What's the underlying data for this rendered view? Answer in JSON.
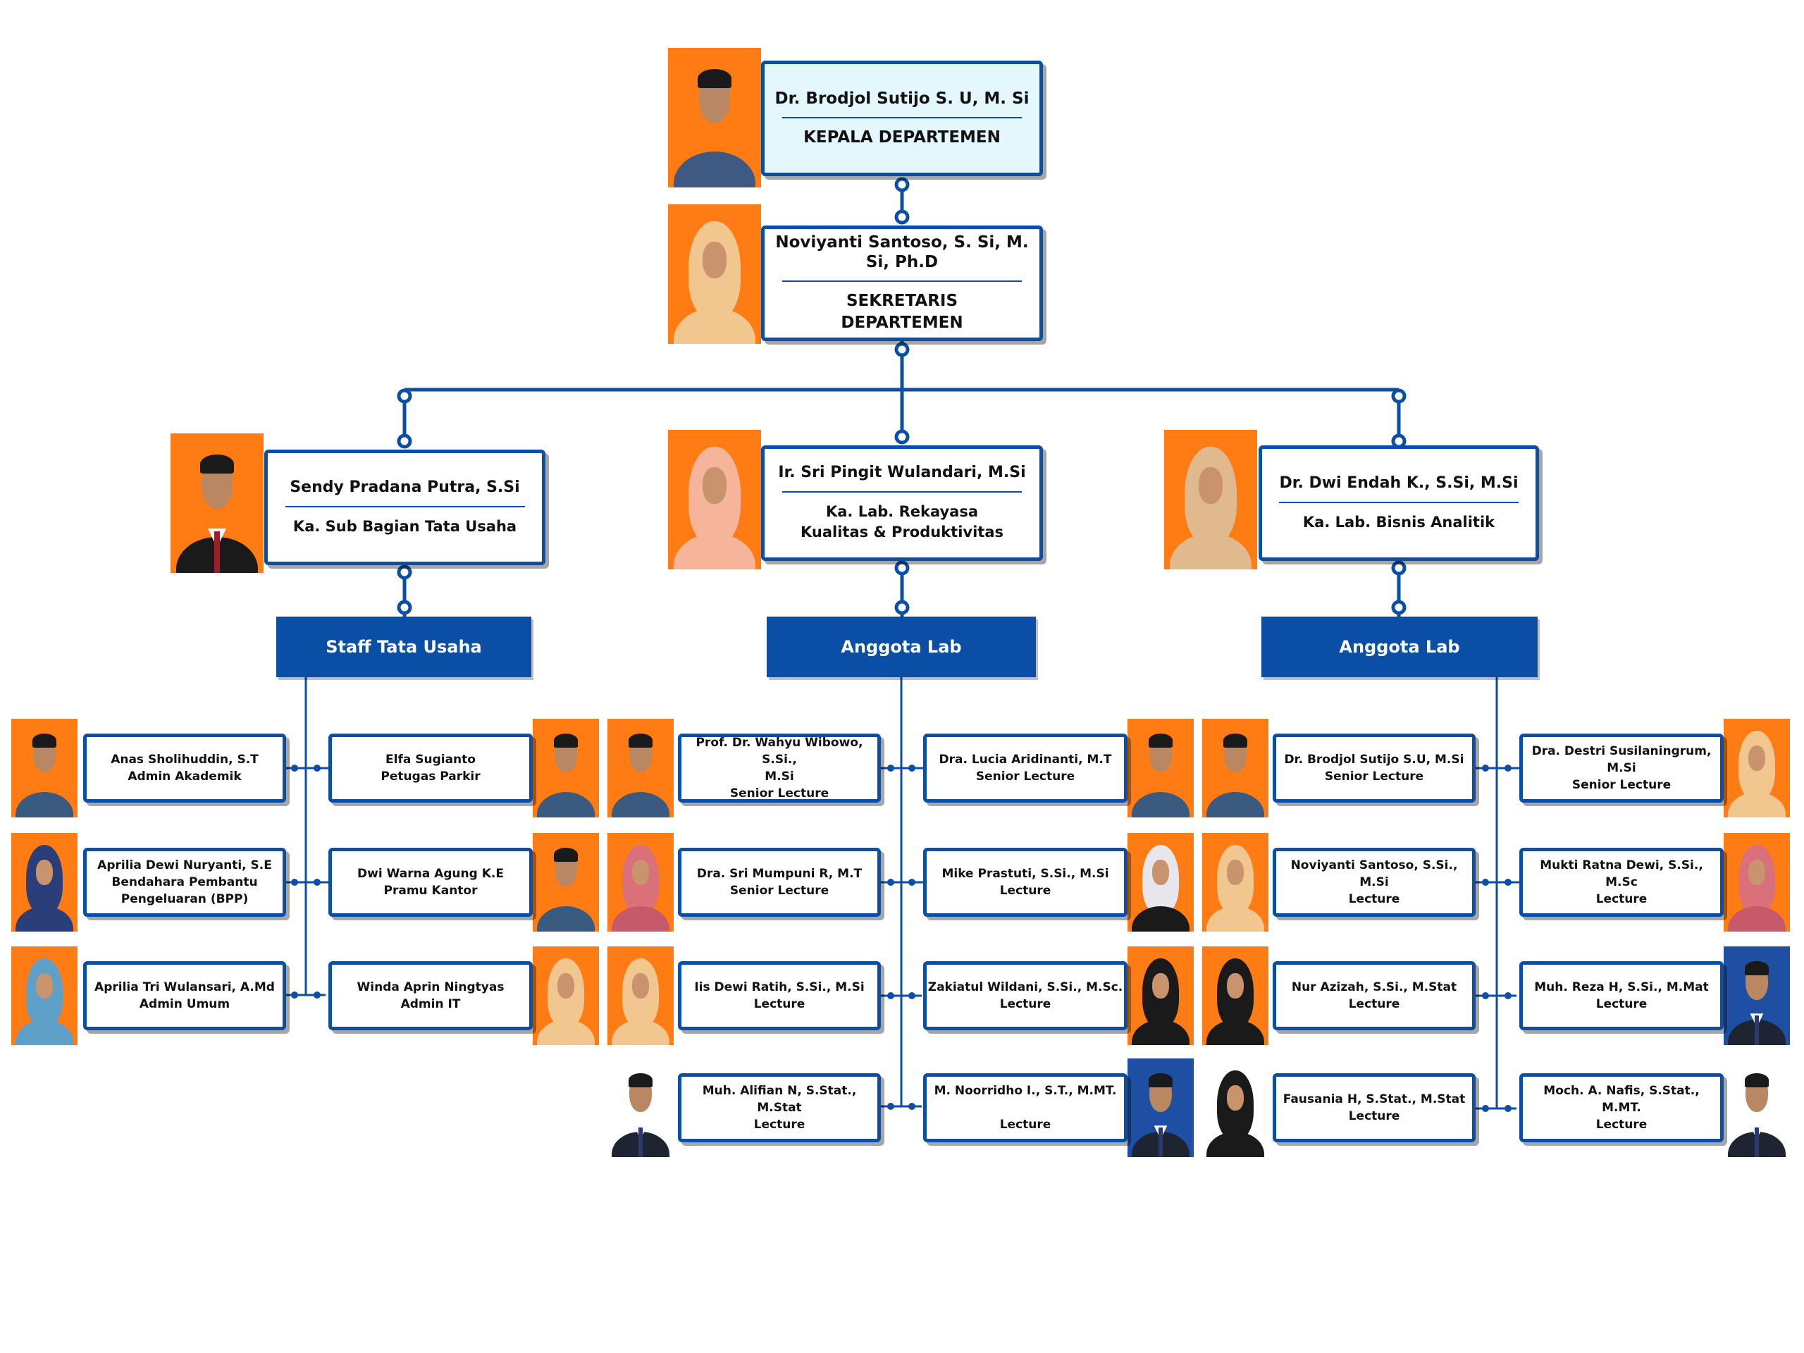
{
  "colors": {
    "line": "#0a4ea6",
    "box_border": "#0a4ea6",
    "head_fill": "#e3f7fd",
    "group_fill": "#0a4ea6",
    "photo_bg": "#ff7b14"
  },
  "head": {
    "name": "Dr. Brodjol Sutijo S. U, M. Si",
    "role": "KEPALA DEPARTEMEN"
  },
  "secretary": {
    "name": "Noviyanti Santoso, S. Si, M. Si, Ph.D",
    "role_line1": "SEKRETARIS",
    "role_line2": "DEPARTEMEN"
  },
  "heads": [
    {
      "name": "Sendy Pradana Putra, S.Si",
      "role_line1": "Ka. Sub Bagian Tata Usaha",
      "role_line2": ""
    },
    {
      "name": "Ir. Sri Pingit Wulandari, M.Si",
      "role_line1": "Ka. Lab. Rekayasa",
      "role_line2": "Kualitas & Produktivitas"
    },
    {
      "name": "Dr. Dwi Endah K., S.Si, M.Si",
      "role_line1": "Ka. Lab. Bisnis Analitik",
      "role_line2": ""
    }
  ],
  "groups": [
    "Staff Tata Usaha",
    "Anggota Lab",
    "Anggota Lab"
  ],
  "members": {
    "tata_usaha_left": [
      {
        "line1": "Anas Sholihuddin, S.T",
        "line2": "Admin Akademik",
        "line3": ""
      },
      {
        "line1": "Aprilia Dewi Nuryanti, S.E",
        "line2": "Bendahara Pembantu",
        "line3": "Pengeluaran (BPP)"
      },
      {
        "line1": "Aprilia Tri Wulansari, A.Md",
        "line2": "Admin Umum",
        "line3": ""
      }
    ],
    "tata_usaha_right": [
      {
        "line1": "Elfa Sugianto",
        "line2": "Petugas Parkir",
        "line3": ""
      },
      {
        "line1": "Dwi Warna Agung K.E",
        "line2": "Pramu Kantor",
        "line3": ""
      },
      {
        "line1": "Winda Aprin Ningtyas",
        "line2": "Admin IT",
        "line3": ""
      }
    ],
    "lab1_left": [
      {
        "line1": "Prof. Dr. Wahyu Wibowo, S.Si.,",
        "line2": "M.Si",
        "line3": "Senior Lecture"
      },
      {
        "line1": "Dra. Sri Mumpuni R, M.T",
        "line2": "Senior Lecture",
        "line3": ""
      },
      {
        "line1": "Iis Dewi Ratih, S.Si., M.Si",
        "line2": "Lecture",
        "line3": ""
      },
      {
        "line1": "Muh. Alifian N, S.Stat., M.Stat",
        "line2": "Lecture",
        "line3": ""
      }
    ],
    "lab1_right": [
      {
        "line1": "Dra. Lucia Aridinanti, M.T",
        "line2": "Senior Lecture",
        "line3": ""
      },
      {
        "line1": "Mike Prastuti, S.Si., M.Si",
        "line2": "Lecture",
        "line3": ""
      },
      {
        "line1": "Zakiatul Wildani, S.Si., M.Sc.",
        "line2": "Lecture",
        "line3": ""
      },
      {
        "line1": "M. Noorridho I., S.T., M.MT.",
        "line2": "",
        "line3": "Lecture"
      }
    ],
    "lab2_left": [
      {
        "line1": "Dr. Brodjol Sutijo S.U, M.Si",
        "line2": "Senior Lecture",
        "line3": ""
      },
      {
        "line1": "Noviyanti Santoso, S.Si., M.Si",
        "line2": "Lecture",
        "line3": ""
      },
      {
        "line1": "Nur Azizah, S.Si., M.Stat",
        "line2": "Lecture",
        "line3": ""
      },
      {
        "line1": "Fausania H, S.Stat., M.Stat",
        "line2": "Lecture",
        "line3": ""
      }
    ],
    "lab2_right": [
      {
        "line1": "Dra. Destri Susilaningrum, M.Si",
        "line2": "Senior Lecture",
        "line3": ""
      },
      {
        "line1": "Mukti Ratna Dewi, S.Si., M.Sc",
        "line2": "Lecture",
        "line3": ""
      },
      {
        "line1": "Muh. Reza H, S.Si., M.Mat",
        "line2": "Lecture",
        "line3": ""
      },
      {
        "line1": "Moch. A. Nafis, S.Stat., M.MT.",
        "line2": "Lecture",
        "line3": ""
      }
    ]
  }
}
